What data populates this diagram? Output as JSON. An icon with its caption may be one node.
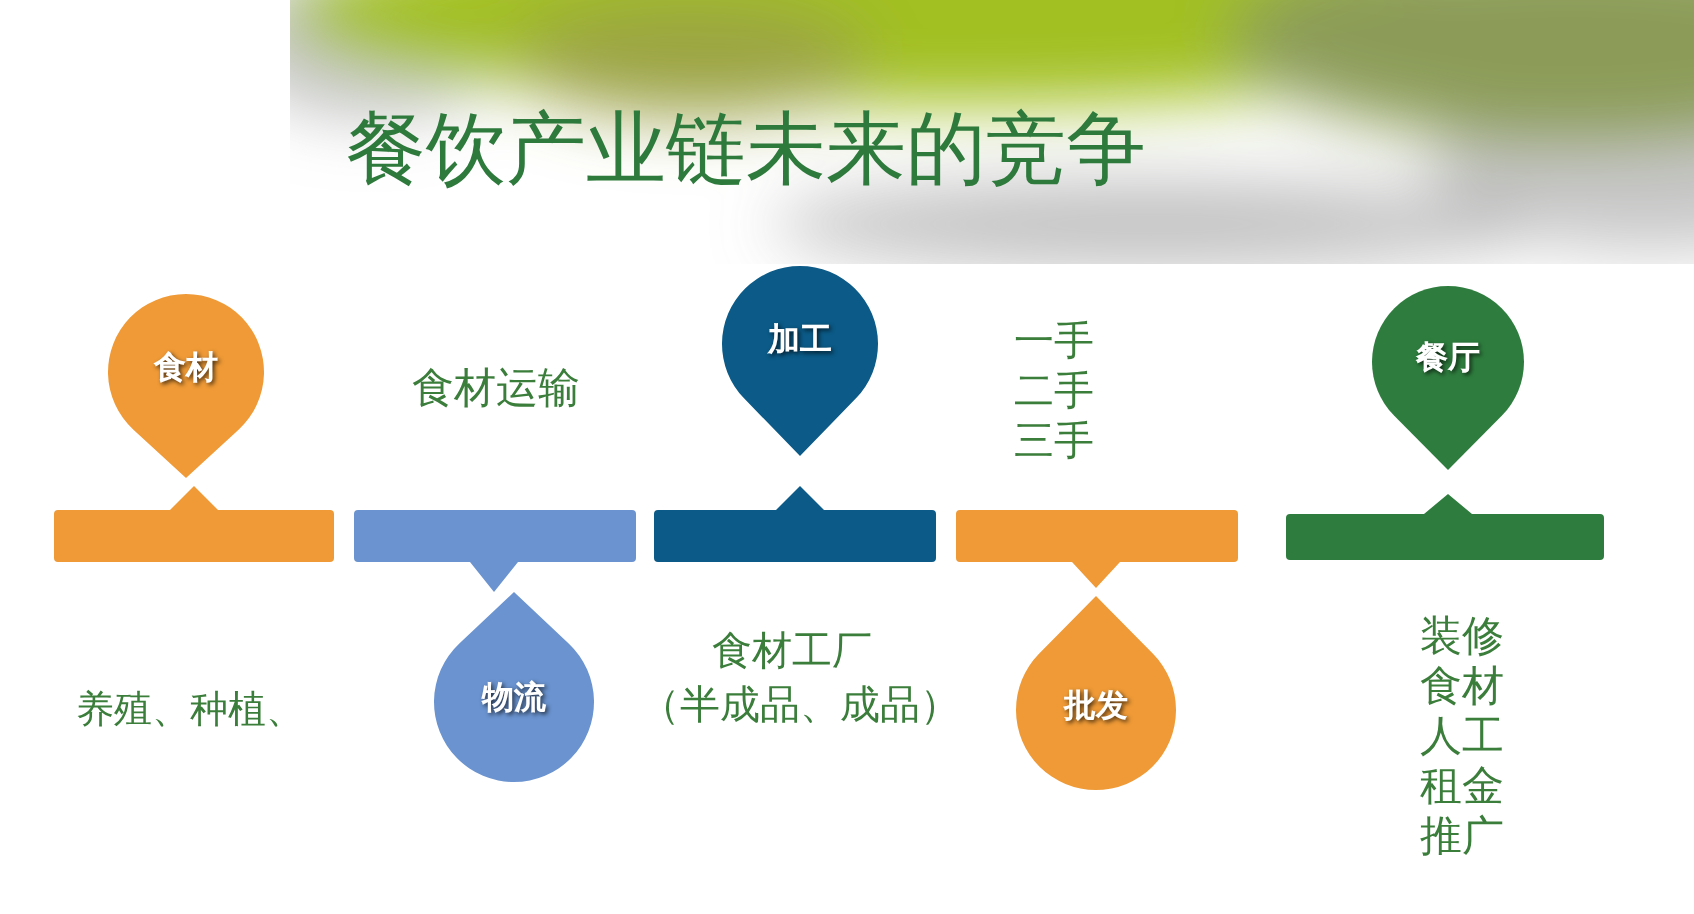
{
  "diagram": {
    "title": "餐饮产业链未来的竞争",
    "nodes": [
      {
        "text": [
          "食材"
        ]
      },
      {
        "text": [],
        "shape": "bar",
        "beside": [
          "养殖、种植、"
        ]
      },
      {
        "text": [],
        "shape": "bar",
        "beside": [
          "食材运输"
        ]
      },
      {
        "text": [
          "物流"
        ]
      },
      {
        "text": [
          "加工"
        ]
      },
      {
        "text": [],
        "shape": "bar",
        "beside": [
          "食材工厂",
          "（半成品、成品）"
        ]
      },
      {
        "text": [],
        "shape": "bar",
        "beside": [
          "一手",
          "二手",
          "三手"
        ]
      },
      {
        "text": [
          "批发"
        ]
      },
      {
        "text": [
          "餐厅"
        ]
      },
      {
        "text": [],
        "shape": "bar",
        "beside": [
          "装修",
          "食材",
          "人工",
          "租金",
          "推广"
        ]
      }
    ]
  }
}
